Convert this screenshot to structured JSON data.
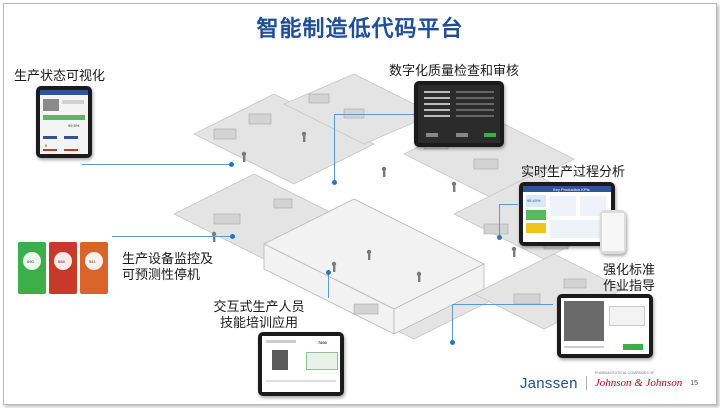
{
  "title": "智能制造低代码平台",
  "labels": {
    "production_status": "生产状态可视化",
    "quality_review": "数字化质量检查和审核",
    "process_analysis": "实时生产过程分析",
    "equipment_monitoring_line1": "生产设备监控及",
    "equipment_monitoring_line2": "可预测性停机",
    "training_line1": "交互式生产人员",
    "training_line2": "技能培训应用",
    "work_guidance_line1": "强化标准",
    "work_guidance_line2": "作业指导"
  },
  "thumbnails": {
    "kpi_header": "Key Production KPIs",
    "kpi_value": "95.40%",
    "training_value": "7800",
    "status_value_a": "99.5%",
    "status_value_b": "0",
    "gauge_values": [
      "690",
      "658",
      "541"
    ]
  },
  "footer": {
    "brand": "Janssen",
    "parent_brand": "Johnson & Johnson",
    "parent_tagline": "PHARMACEUTICAL COMPANIES OF",
    "page_number": "15"
  },
  "colors": {
    "title": "#1f4e96",
    "connector": "#5b9bd5",
    "tile_green": "#3cae4a",
    "tile_red": "#c8392b",
    "tile_orange": "#d9652b"
  }
}
